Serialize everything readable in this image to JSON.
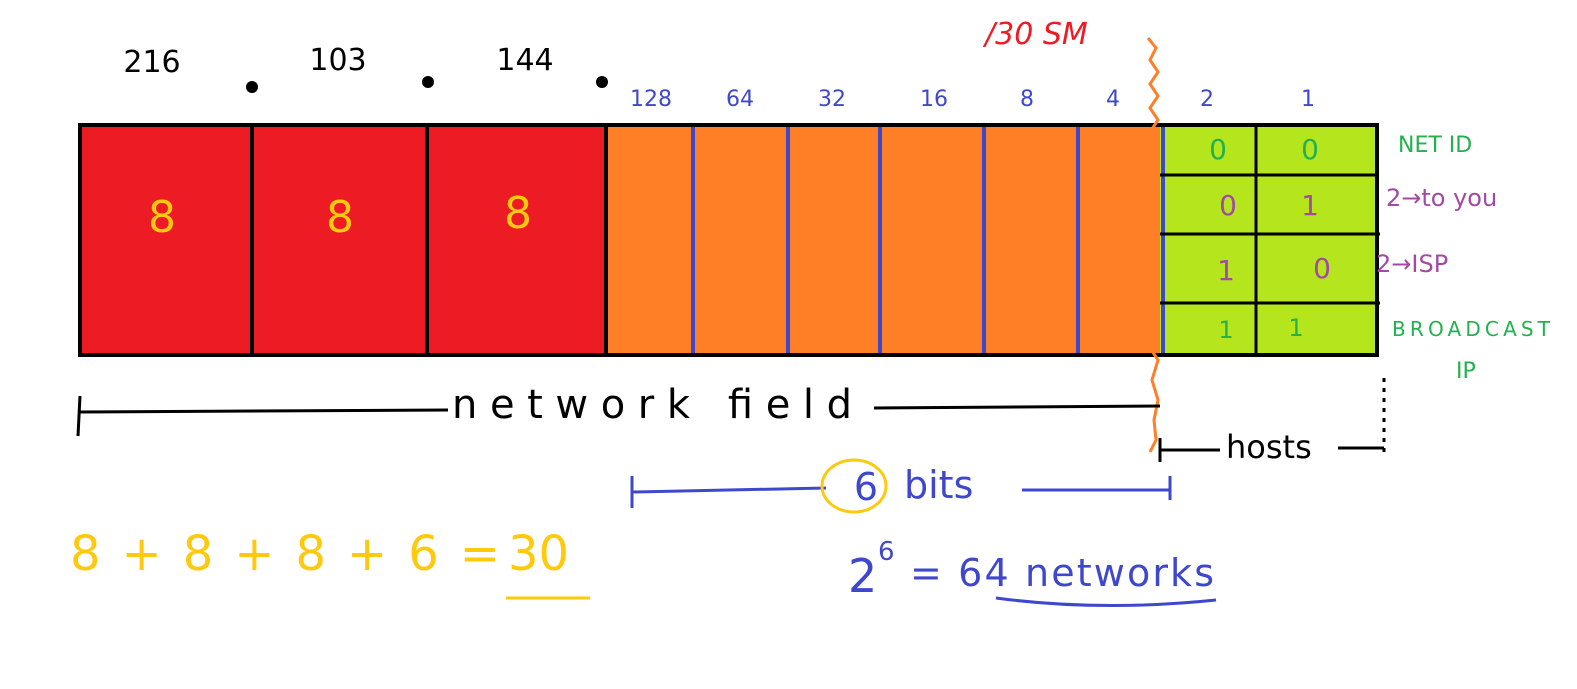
{
  "subnet_mask_label": "/30 SM",
  "octets": [
    "216",
    "103",
    "144"
  ],
  "octet_bits": [
    "8",
    "8",
    "8"
  ],
  "bit_values": [
    "128",
    "64",
    "32",
    "16",
    "8",
    "4",
    "2",
    "1"
  ],
  "host_table": {
    "rows": [
      {
        "bits": [
          "0",
          "0"
        ],
        "label_lines": [
          "NET ID"
        ]
      },
      {
        "bits": [
          "0",
          "1"
        ],
        "label_lines": [
          "2→to you"
        ]
      },
      {
        "bits": [
          "1",
          "0"
        ],
        "label_lines": [
          "2→ISP"
        ]
      },
      {
        "bits": [
          "1",
          "1"
        ],
        "label_lines": [
          "BROADCAST",
          "IP"
        ]
      }
    ]
  },
  "network_field_label": "network field",
  "hosts_label": "hosts",
  "subnet_bits_count": "6",
  "subnet_bits_label": "bits",
  "sum_equation": "8 + 8 + 8 + 6 = ",
  "sum_result": "30",
  "power_base": "2",
  "power_exponent": "6",
  "power_result": "= 64 networks",
  "colors": {
    "network_octets": "#ed1c24",
    "subnet_bits": "#ff7f27",
    "host_bits": "#b5e61d",
    "blue_ink": "#3f48cc",
    "yellow_ink": "#ffc90e",
    "green_ink": "#22b14c",
    "purple_ink": "#a349a4",
    "red_ink": "#ed1c24",
    "black_ink": "#000000"
  }
}
